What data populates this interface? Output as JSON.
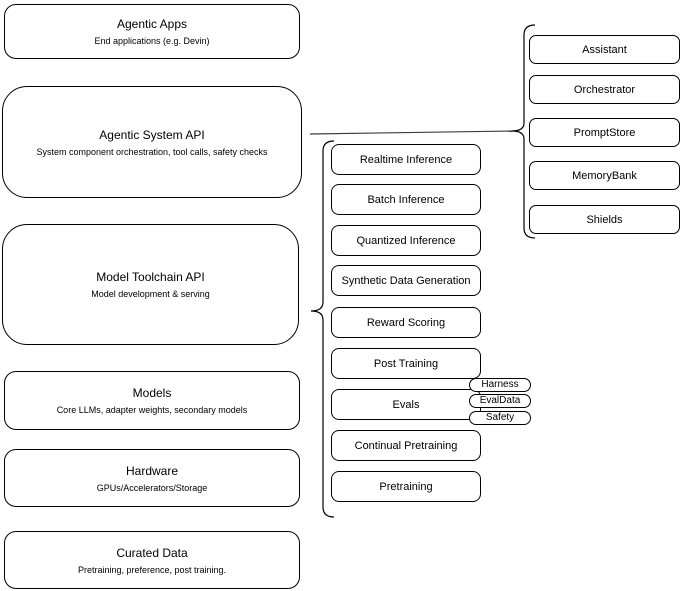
{
  "diagram": {
    "left_column": [
      {
        "title": "Agentic Apps",
        "subtitle": "End applications (e.g. Devin)"
      },
      {
        "title": "Agentic System API",
        "subtitle": "System component orchestration, tool calls, safety checks"
      },
      {
        "title": "Model Toolchain API",
        "subtitle": "Model development & serving"
      },
      {
        "title": "Models",
        "subtitle": "Core LLMs, adapter weights, secondary models"
      },
      {
        "title": "Hardware",
        "subtitle": "GPUs/Accelerators/Storage"
      },
      {
        "title": "Curated Data",
        "subtitle": "Pretraining, preference, post training."
      }
    ],
    "toolchain_items": [
      "Realtime Inference",
      "Batch Inference",
      "Quantized Inference",
      "Synthetic Data Generation",
      "Reward Scoring",
      "Post Training",
      "Evals",
      "Continual Pretraining",
      "Pretraining"
    ],
    "eval_tags": [
      "Harness",
      "EvalData",
      "Safety"
    ],
    "system_components": [
      "Assistant",
      "Orchestrator",
      "PromptStore",
      "MemoryBank",
      "Shields"
    ],
    "colors": {
      "stroke": "#000000",
      "background": "#ffffff",
      "text": "#000000"
    }
  }
}
